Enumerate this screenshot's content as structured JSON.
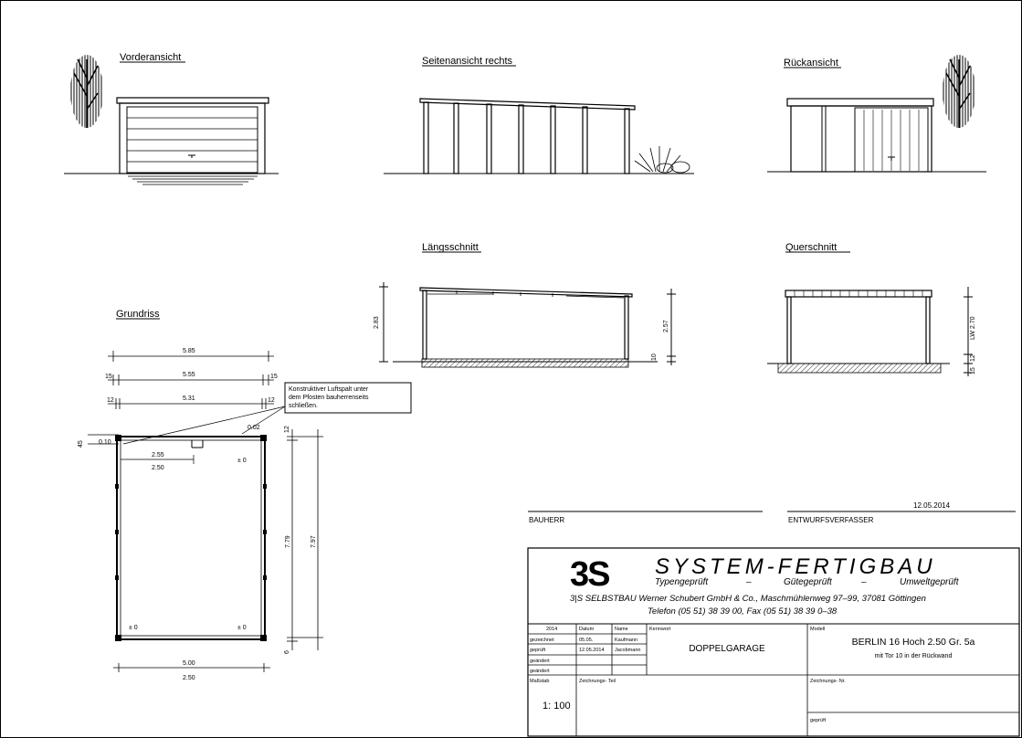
{
  "views": {
    "front": "Vorderansicht",
    "side": "Seitenansicht rechts",
    "rear": "Rückansicht",
    "long_section": "Längsschnitt",
    "cross_section": "Querschnitt",
    "floor_plan": "Grundriss"
  },
  "dims": {
    "long_height": "2.83",
    "long_inner": "2.57",
    "long_base": "10",
    "cross_height": "LW 2.70",
    "cross_top": "12",
    "cross_base": "15",
    "overall": "5.85",
    "wall_side": "15",
    "inner_a": "5.55",
    "post": "12",
    "inner_b": "5.31",
    "dim_45": "45",
    "gap_a": "0.10",
    "gap_b": "0.02",
    "span_a": "2.55",
    "span_b": "2.50",
    "bottom_a": "5.00",
    "bottom_b": "2.50",
    "depth_inner": "7.79",
    "depth_outer": "7.97",
    "depth_top": "12",
    "depth_bottom": "6"
  },
  "levels": {
    "tl": "± 0",
    "tr": "± 0",
    "bl": "± 0",
    "br": "± 0"
  },
  "note": {
    "line1": "Konstruktiver Luftspalt unter",
    "line2": "dem Pfosten bauherrenseits",
    "line3": "schließen."
  },
  "signatures": {
    "owner": "BAUHERR",
    "date": "12.05.2014",
    "designer": "ENTWURFSVERFASSER"
  },
  "title_block": {
    "logo": "3S",
    "company": "SYSTEM-FERTIGBAU",
    "tagline1": "Typengeprüft",
    "dash": "–",
    "tagline2": "Gütegeprüft",
    "tagline3": "Umweltgeprüft",
    "address": "3|S SELBSTBAU Werner Schubert GmbH & Co., Maschmühlenweg 97–99, 37081 Göttingen",
    "phone": "Telefon (05 51) 38 39 00, Fax (05 51) 38 39 0–38",
    "year": "2014",
    "col_datum": "Datum",
    "col_name": "Name",
    "row1_label": "gezeichnet",
    "row1_date": "05.05.",
    "row1_name": "Kaufmann",
    "row2_label": "geprüft",
    "row2_date": "12.05.2014",
    "row2_name": "Jacobmann",
    "row3_label": "geändert",
    "row4_label": "geändert",
    "label_kennwort": "Kennwort",
    "project": "DOPPELGARAGE",
    "label_modell": "Modell",
    "model": "BERLIN 16 Hoch 2.50 Gr. 5a",
    "model_sub": "mit Tor 10 in der Rückwand",
    "label_scale": "Maßstab",
    "scale": "1: 100",
    "label_drawing_type": "Zeichnungs- Teil",
    "label_drawing_no": "Zeichnungs- Nr.",
    "label_checked": "geprüft"
  }
}
